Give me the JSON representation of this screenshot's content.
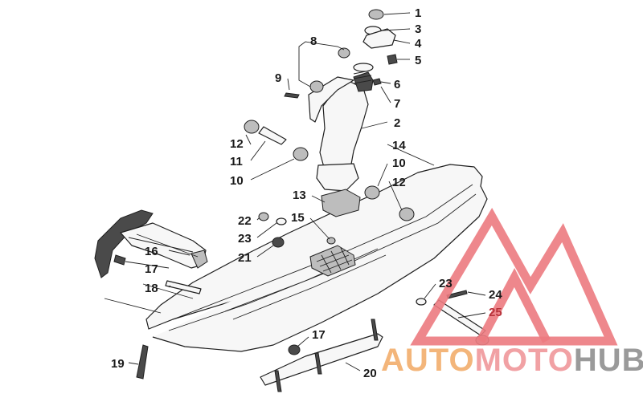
{
  "callouts": [
    {
      "n": "1"
    },
    {
      "n": "2"
    },
    {
      "n": "3"
    },
    {
      "n": "4"
    },
    {
      "n": "5"
    },
    {
      "n": "6"
    },
    {
      "n": "7"
    },
    {
      "n": "8"
    },
    {
      "n": "9"
    },
    {
      "n": "10"
    },
    {
      "n": "10"
    },
    {
      "n": "11"
    },
    {
      "n": "12"
    },
    {
      "n": "12"
    },
    {
      "n": "13"
    },
    {
      "n": "14"
    },
    {
      "n": "15"
    },
    {
      "n": "16"
    },
    {
      "n": "17"
    },
    {
      "n": "17"
    },
    {
      "n": "18"
    },
    {
      "n": "19"
    },
    {
      "n": "20"
    },
    {
      "n": "21"
    },
    {
      "n": "22"
    },
    {
      "n": "23"
    },
    {
      "n": "23"
    },
    {
      "n": "24"
    },
    {
      "n": "25"
    }
  ],
  "watermark": {
    "part_a": "AUTO",
    "part_b": "MOTO",
    "part_c": "HUB",
    "colors": {
      "triangle": "#ec7a7f",
      "auto": "#f3b57a",
      "moto": "#f1a1a4",
      "hub": "#9a9a9a"
    }
  }
}
